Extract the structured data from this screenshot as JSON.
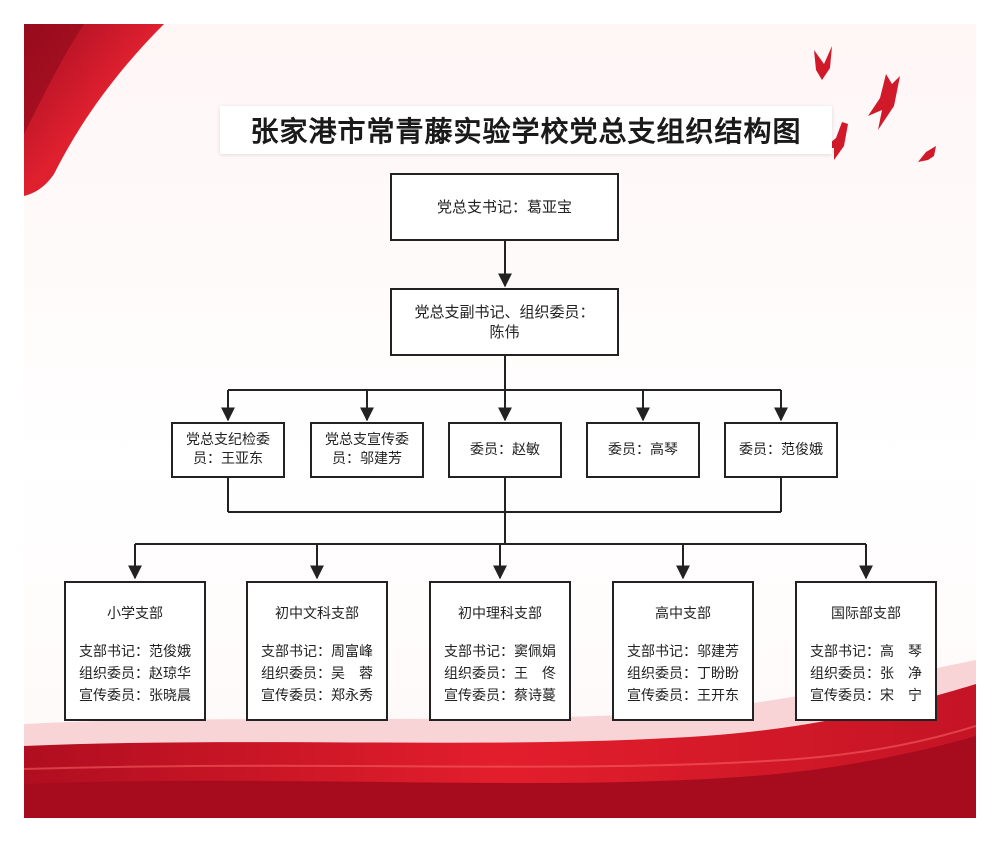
{
  "title": "张家港市常青藤实验学校党总支组织结构图",
  "colors": {
    "red": "#c8102e",
    "dark_red": "#a00d22",
    "line": "#222222"
  },
  "nodes": {
    "secretary": "党总支书记：葛亚宝",
    "deputy_line1": "党总支副书记、组织委员：",
    "deputy_line2": "陈伟",
    "committee": [
      {
        "line1": "党总支纪检委",
        "line2": "员：王亚东"
      },
      {
        "line1": "党总支宣传委",
        "line2": "员：邬建芳"
      },
      {
        "line1": "委员：赵敏",
        "line2": ""
      },
      {
        "line1": "委员：高琴",
        "line2": ""
      },
      {
        "line1": "委员：范俊娥",
        "line2": ""
      }
    ],
    "branches": [
      {
        "name": "小学支部",
        "rows": [
          "支部书记：范俊娥",
          "组织委员：赵琼华",
          "宣传委员：张晓晨"
        ]
      },
      {
        "name": "初中文科支部",
        "rows": [
          "支部书记：周富峰",
          "组织委员：吴　蓉",
          "宣传委员：郑永秀"
        ]
      },
      {
        "name": "初中理科支部",
        "rows": [
          "支部书记：窦佩娟",
          "组织委员：王　佟",
          "宣传委员：蔡诗蔓"
        ]
      },
      {
        "name": "高中支部",
        "rows": [
          "支部书记：邬建芳",
          "组织委员：丁盼盼",
          "宣传委员：王开东"
        ]
      },
      {
        "name": "国际部支部",
        "rows": [
          "支部书记：高　琴",
          "组织委员：张　净",
          "宣传委员：宋　宁"
        ]
      }
    ]
  }
}
